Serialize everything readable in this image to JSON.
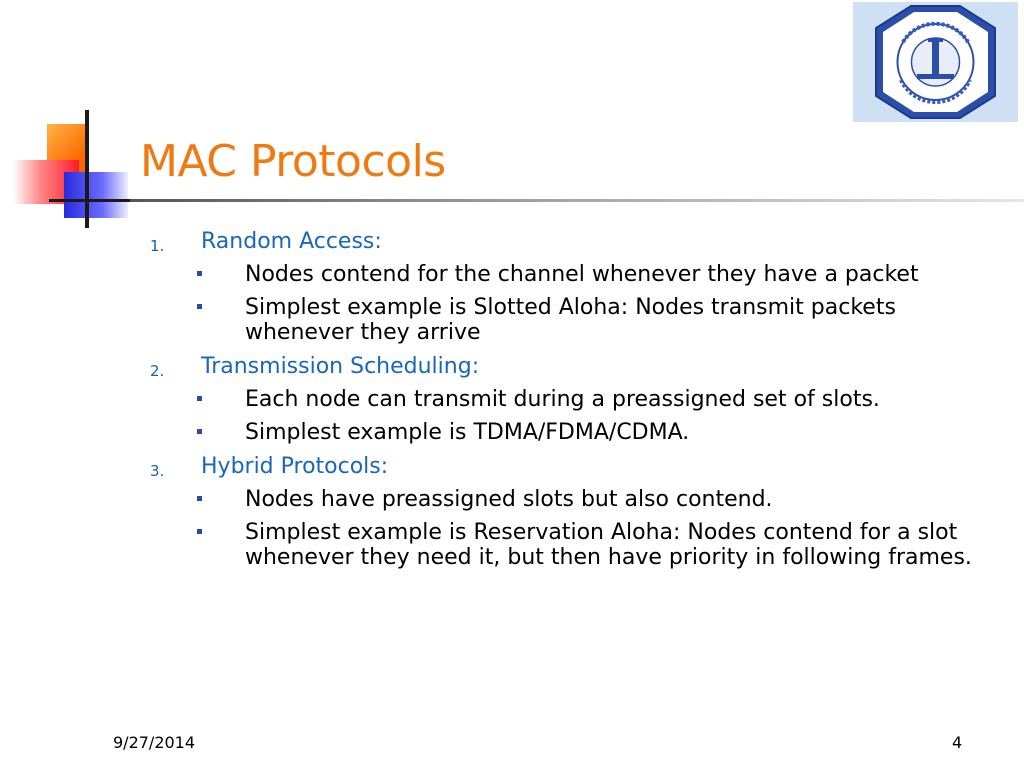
{
  "slide": {
    "title": "MAC Protocols",
    "items": [
      {
        "number": "1.",
        "heading": "Random Access:",
        "bullets": [
          "Nodes contend for the channel whenever they have a packet",
          "Simplest example is Slotted Aloha: Nodes transmit packets whenever they arrive"
        ]
      },
      {
        "number": "2.",
        "heading": "Transmission Scheduling:",
        "bullets": [
          "Each node can transmit during a preassigned set of slots.",
          "Simplest example is TDMA/FDMA/CDMA."
        ]
      },
      {
        "number": "3.",
        "heading": "Hybrid Protocols:",
        "bullets": [
          "Nodes have preassigned slots but also contend.",
          "Simplest example is Reservation Aloha: Nodes contend for a slot whenever they need it, but then have priority in following frames."
        ]
      }
    ]
  },
  "footer": {
    "date": "9/27/2014",
    "page_number": "4"
  },
  "logo": {
    "icon": "university-seal-icon"
  },
  "colors": {
    "title": "#f07a10",
    "heading": "#1a66b8",
    "bullet": "#2f4aa0"
  }
}
